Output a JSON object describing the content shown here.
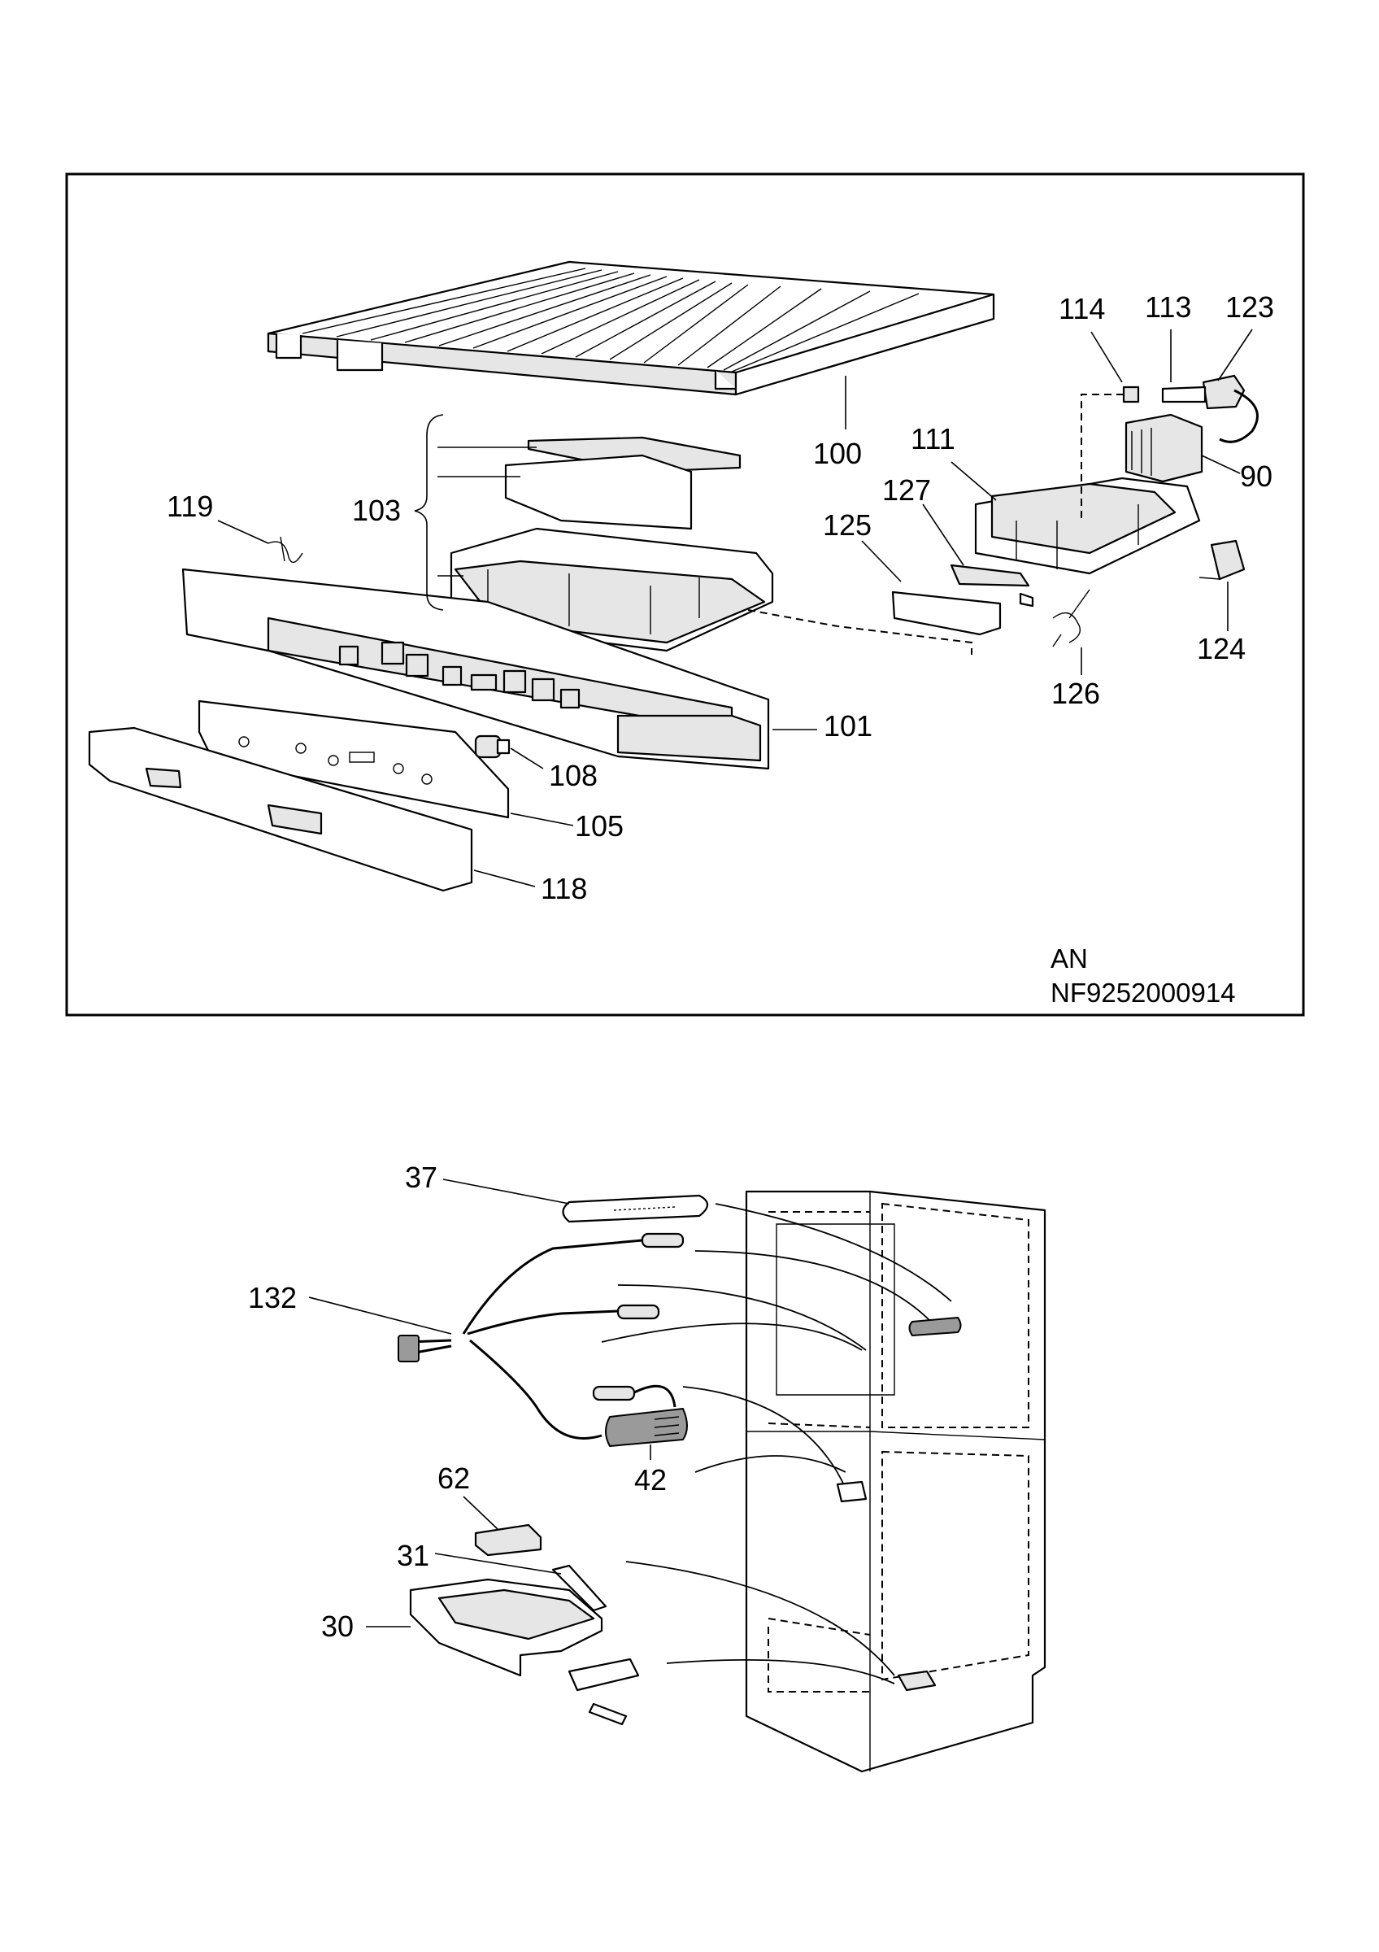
{
  "top_panel": {
    "code_lines": [
      "AN",
      "NF9252000914"
    ],
    "labels": [
      {
        "id": "100",
        "text": "100"
      },
      {
        "id": "101",
        "text": "101"
      },
      {
        "id": "103",
        "text": "103"
      },
      {
        "id": "105",
        "text": "105"
      },
      {
        "id": "108",
        "text": "108"
      },
      {
        "id": "111",
        "text": "111"
      },
      {
        "id": "113",
        "text": "113"
      },
      {
        "id": "114",
        "text": "114"
      },
      {
        "id": "118",
        "text": "118"
      },
      {
        "id": "119",
        "text": "119"
      },
      {
        "id": "123",
        "text": "123"
      },
      {
        "id": "124",
        "text": "124"
      },
      {
        "id": "125",
        "text": "125"
      },
      {
        "id": "126",
        "text": "126"
      },
      {
        "id": "127",
        "text": "127"
      },
      {
        "id": "90",
        "text": "90"
      }
    ]
  },
  "bottom_panel": {
    "labels": [
      {
        "id": "37",
        "text": "37"
      },
      {
        "id": "132",
        "text": "132"
      },
      {
        "id": "42",
        "text": "42"
      },
      {
        "id": "62",
        "text": "62"
      },
      {
        "id": "31",
        "text": "31"
      },
      {
        "id": "30",
        "text": "30"
      }
    ]
  }
}
